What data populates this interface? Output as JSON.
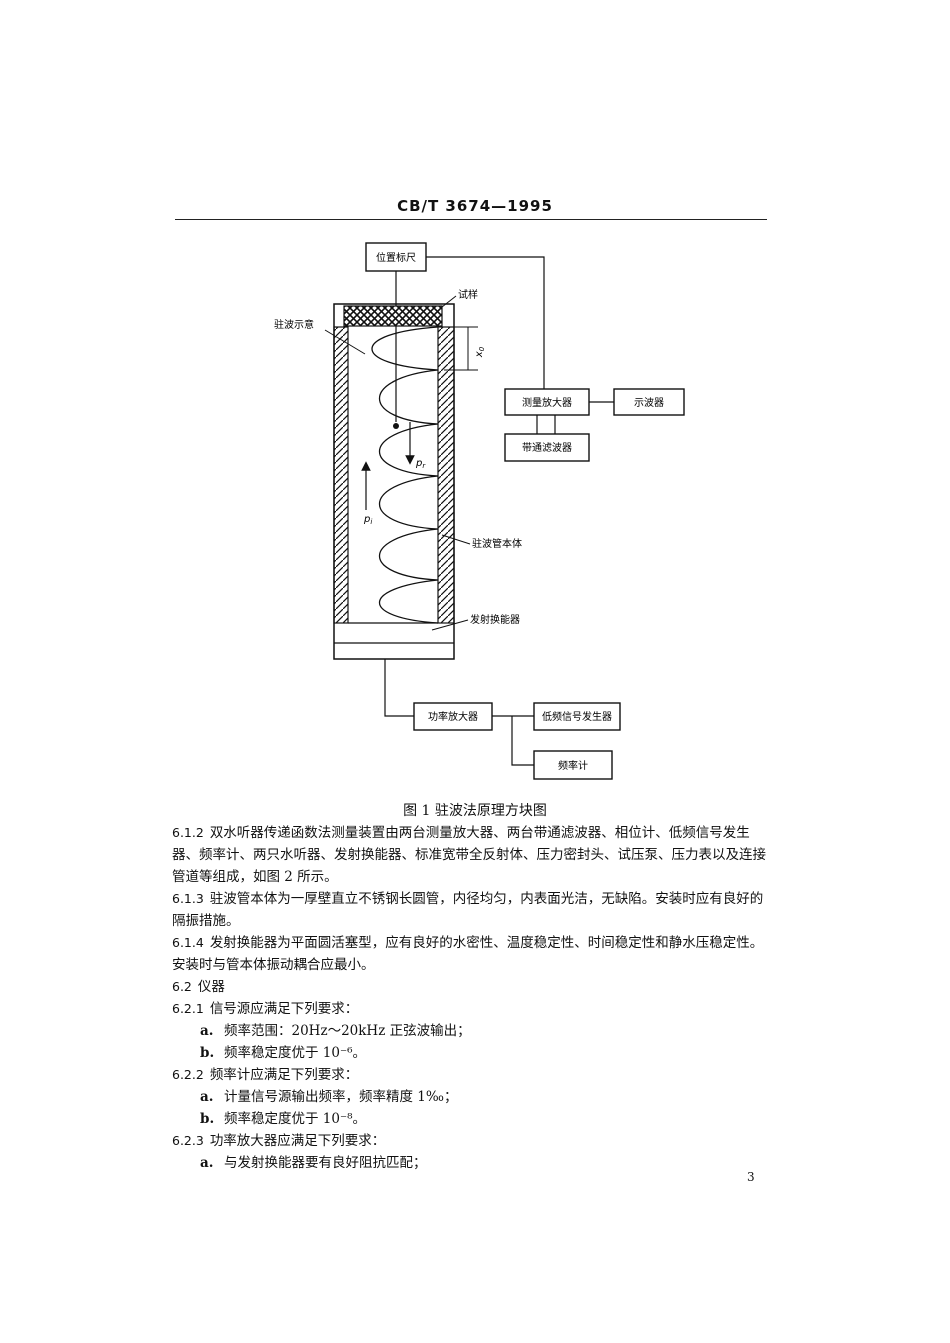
{
  "header": {
    "standard_no": "CB/T 3674—1995"
  },
  "figure": {
    "caption": "图 1   驻波法原理方块图",
    "labels": {
      "position_scale": "位置标尺",
      "sample": "试样",
      "standing_wave": "驻波示意",
      "x0": "x",
      "x0_sub": "0",
      "measure_amp": "测量放大器",
      "oscilloscope": "示波器",
      "bandpass_filter": "带通滤波器",
      "pr": "p",
      "pr_sub": "r",
      "pi": "p",
      "pi_sub": "i",
      "tube_body": "驻波管本体",
      "transducer": "发射换能器",
      "power_amp": "功率放大器",
      "lf_generator": "低频信号发生器",
      "freq_meter": "频率计"
    }
  },
  "paragraphs": [
    {
      "num": "6.1.2",
      "text": "双水听器传递函数法测量装置由两台测量放大器、两台带通滤波器、相位计、低频信号发生器、频率计、两只水听器、发射换能器、标准宽带全反射体、压力密封头、试压泵、压力表以及连接管道等组成，如图 2 所示。"
    },
    {
      "num": "6.1.3",
      "text": "驻波管本体为一厚壁直立不锈钢长圆管，内径均匀，内表面光洁，无缺陷。安装时应有良好的隔振措施。"
    },
    {
      "num": "6.1.4",
      "text": "发射换能器为平面圆活塞型，应有良好的水密性、温度稳定性、时间稳定性和静水压稳定性。安装时与管本体振动耦合应最小。"
    },
    {
      "num": "6.2",
      "text": "仪器"
    },
    {
      "num": "6.2.1",
      "text": "信号源应满足下列要求："
    },
    {
      "lbl": "a.",
      "text": "频率范围：20Hz～20kHz 正弦波输出；"
    },
    {
      "lbl": "b.",
      "text": "频率稳定度优于 10⁻⁶。"
    },
    {
      "num": "6.2.2",
      "text": "频率计应满足下列要求："
    },
    {
      "lbl": "a.",
      "text": "计量信号源输出频率，频率精度 1‰；"
    },
    {
      "lbl": "b.",
      "text": "频率稳定度优于 10⁻⁸。"
    },
    {
      "num": "6.2.3",
      "text": "功率放大器应满足下列要求："
    },
    {
      "lbl": "a.",
      "text": "与发射换能器要有良好阻抗匹配；"
    }
  ],
  "page_number": "3"
}
